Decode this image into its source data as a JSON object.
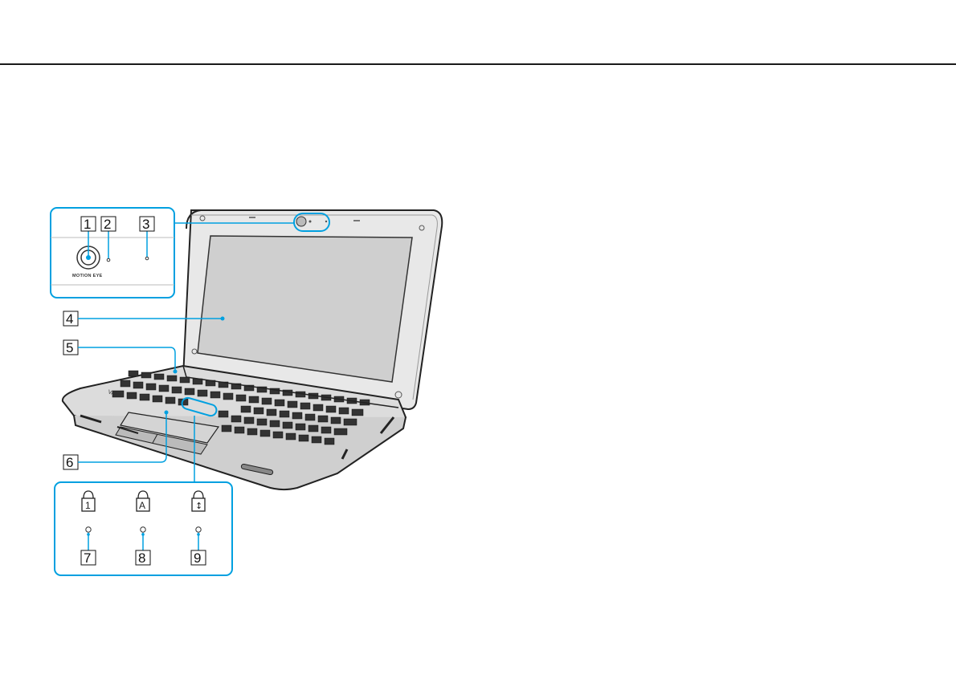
{
  "header": {
    "rule": true
  },
  "figure": {
    "camera_caption": "MOTION EYE",
    "callouts": [
      {
        "id": "1",
        "label": "1"
      },
      {
        "id": "2",
        "label": "2"
      },
      {
        "id": "3",
        "label": "3"
      },
      {
        "id": "4",
        "label": "4"
      },
      {
        "id": "5",
        "label": "5"
      },
      {
        "id": "6",
        "label": "6"
      },
      {
        "id": "7",
        "label": "7"
      },
      {
        "id": "8",
        "label": "8"
      },
      {
        "id": "9",
        "label": "9"
      }
    ],
    "indicator_glyphs": {
      "num_lock": "1",
      "caps_lock": "A",
      "scroll_lock": "↕"
    },
    "leader_color": "#00a0e0"
  }
}
